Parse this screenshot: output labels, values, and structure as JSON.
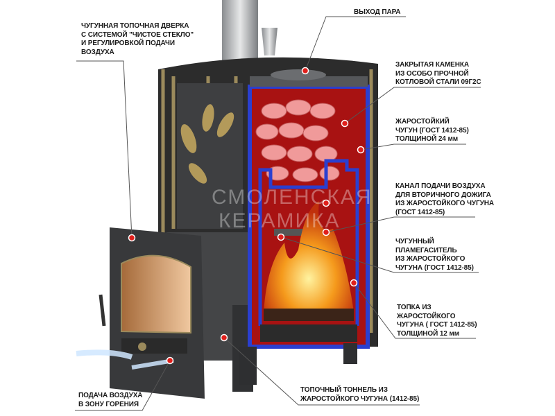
{
  "labels": {
    "door": "ЧУГУННАЯ ТОПОЧНАЯ ДВЕРКА\nС СИСТЕМОЙ \"ЧИСТОЕ СТЕКЛО\"\nИ РЕГУЛИРОВКОЙ ПОДАЧИ\nВОЗДУХА",
    "steam": "ВЫХОД ПАРА",
    "heater": "ЗАКРЫТАЯ КАМЕНКА\nИЗ ОСОБО ПРОЧНОЙ\nКОТЛОВОЙ СТАЛИ 09Г2С",
    "cast_iron": "ЖАРОСТОЙКИЙ\nЧУГУН (ГОСТ 1412-85)\nТОЛЩИНОЙ 24 мм",
    "air_channel": "КАНАЛ ПОДАЧИ ВОЗДУХА\nДЛЯ ВТОРИЧНОГО ДОЖИГА\nИЗ ЖАРОСТОЙКОГО ЧУГУНА\n(ГОСТ 1412-85)",
    "flame_arrester": "ЧУГУННЫЙ\nПЛАМЕГАСИТЕЛЬ\nИЗ ЖАРОСТОЙКОГО\nЧУГУНА (ГОСТ 1412-85)",
    "firebox": "ТОПКА ИЗ\nЖАРОСТОЙКОГО\nЧУГУНА ( ГОСТ 1412-85)\nТОЛЩИНОЙ 12 мм",
    "tunnel": "ТОПОЧНЫЙ ТОННЕЛЬ ИЗ\nЖАРОСТОЙКОГО ЧУГУНА (1412-85)",
    "air_supply": "ПОДАЧА ВОЗДУХА\nВ ЗОНУ ГОРЕНИЯ"
  },
  "watermark": {
    "line1": "СМОЛЕНСКАЯ",
    "line2": "КЕРАМИКА"
  },
  "colors": {
    "marker": "#e0201c",
    "channel": "#2a3fd0",
    "interior": "#b01010",
    "body": "#3a3b3d"
  }
}
